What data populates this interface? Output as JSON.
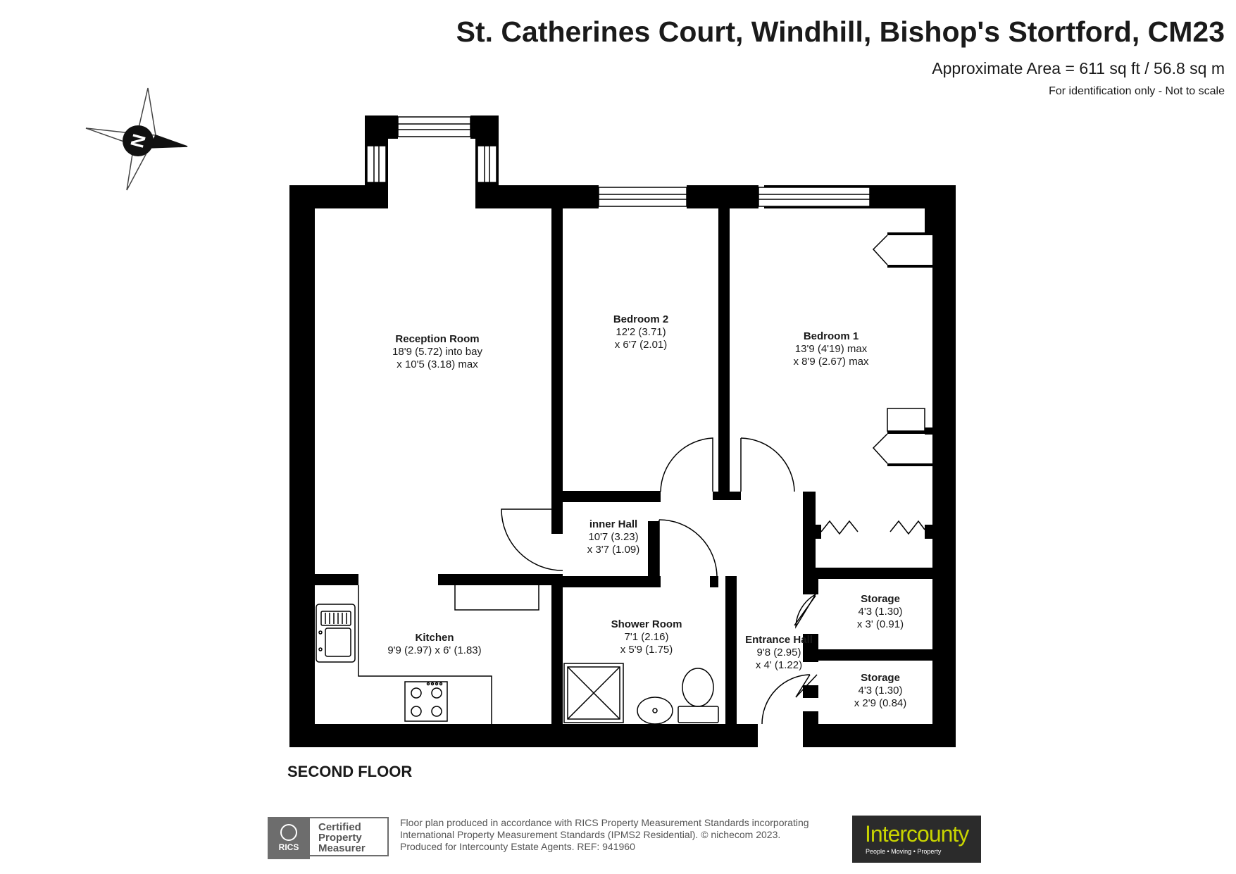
{
  "header": {
    "title": "St. Catherines Court, Windhill, Bishop's Stortford, CM23",
    "area": "Approximate Area = 611 sq ft / 56.8 sq m",
    "note": "For identification only - Not to scale"
  },
  "compass": {
    "letter": "N"
  },
  "rooms": {
    "reception": {
      "name": "Reception Room",
      "dim1": "18'9 (5.72) into bay",
      "dim2": "x 10'5 (3.18) max"
    },
    "bedroom2": {
      "name": "Bedroom 2",
      "dim1": "12'2 (3.71)",
      "dim2": "x 6'7 (2.01)"
    },
    "bedroom1": {
      "name": "Bedroom 1",
      "dim1": "13'9 (4'19) max",
      "dim2": "x 8'9 (2.67) max"
    },
    "inner_hall": {
      "name": "inner Hall",
      "dim1": "10'7 (3.23)",
      "dim2": "x 3'7 (1.09)"
    },
    "kitchen": {
      "name": "Kitchen",
      "dim1": "9'9 (2.97) x 6' (1.83)"
    },
    "shower": {
      "name": "Shower Room",
      "dim1": "7'1 (2.16)",
      "dim2": "x 5'9 (1.75)"
    },
    "entrance": {
      "name": "Entrance Hall",
      "dim1": "9'8 (2.95)",
      "dim2": "x 4' (1.22)"
    },
    "storage1": {
      "name": "Storage",
      "dim1": "4'3 (1.30)",
      "dim2": "x 3' (0.91)"
    },
    "storage2": {
      "name": "Storage",
      "dim1": "4'3 (1.30)",
      "dim2": "x 2'9 (0.84)"
    }
  },
  "floor_label": "SECOND FLOOR",
  "footer": {
    "line1": "Floor plan produced in accordance with RICS Property Measurement Standards incorporating",
    "line2": "International Property Measurement Standards (IPMS2 Residential).   © nichecom 2023.",
    "line3": "Produced for Intercounty Estate Agents.   REF:  941960"
  },
  "rics": {
    "label": "RICS",
    "cert1": "Certified",
    "cert2": "Property",
    "cert3": "Measurer"
  },
  "logo": {
    "brand": "Intercounty",
    "tagline": "People  •  Moving  •  Property",
    "bg_color": "#2b2b2b",
    "brand_color": "#c8d400"
  }
}
